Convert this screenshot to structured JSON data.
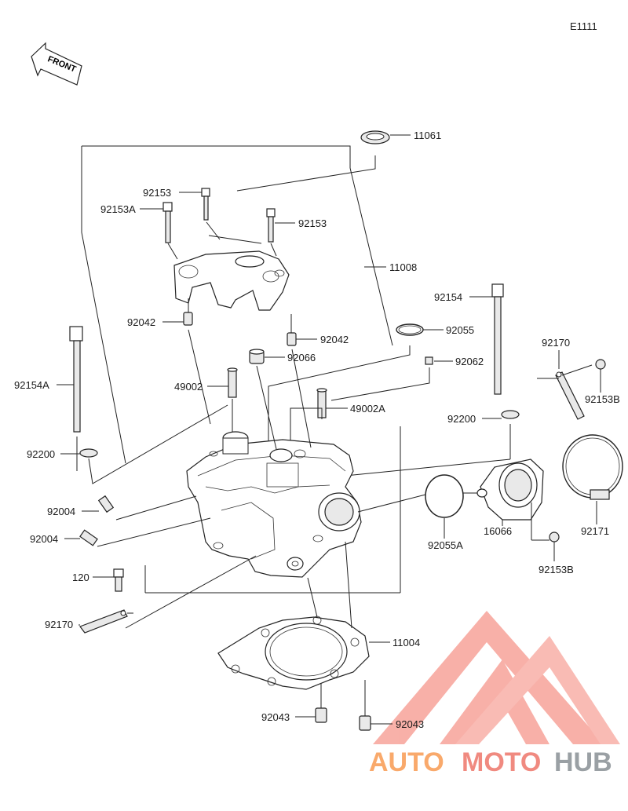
{
  "diagram_code": "E1111",
  "front_label": "FRONT",
  "labels": {
    "l11061": "11061",
    "l11008": "11008",
    "l92153_1": "92153",
    "l92153A": "92153A",
    "l92153_2": "92153",
    "l92042_1": "92042",
    "l92042_2": "92042",
    "l92066": "92066",
    "l92055": "92055",
    "l92154": "92154",
    "l92062": "92062",
    "l92170_r": "92170",
    "l92153B_1": "92153B",
    "l92154A": "92154A",
    "l49002": "49002",
    "l49002A": "49002A",
    "l92200_r": "92200",
    "l92200_l": "92200",
    "l92004_1": "92004",
    "l92004_2": "92004",
    "l92055A": "92055A",
    "l16066": "16066",
    "l92171": "92171",
    "l92153B_2": "92153B",
    "l120": "120",
    "l92170_l": "92170",
    "l11004": "11004",
    "l92043_1": "92043",
    "l92043_2": "92043"
  },
  "watermark": {
    "part1": "AUTO",
    "part2": "MOTO",
    "part3": "HUB"
  },
  "colors": {
    "watermark_red": "#f08a80",
    "watermark_orange": "#f9a96b",
    "watermark_grey": "#9aa0a4",
    "line": "#222222"
  }
}
